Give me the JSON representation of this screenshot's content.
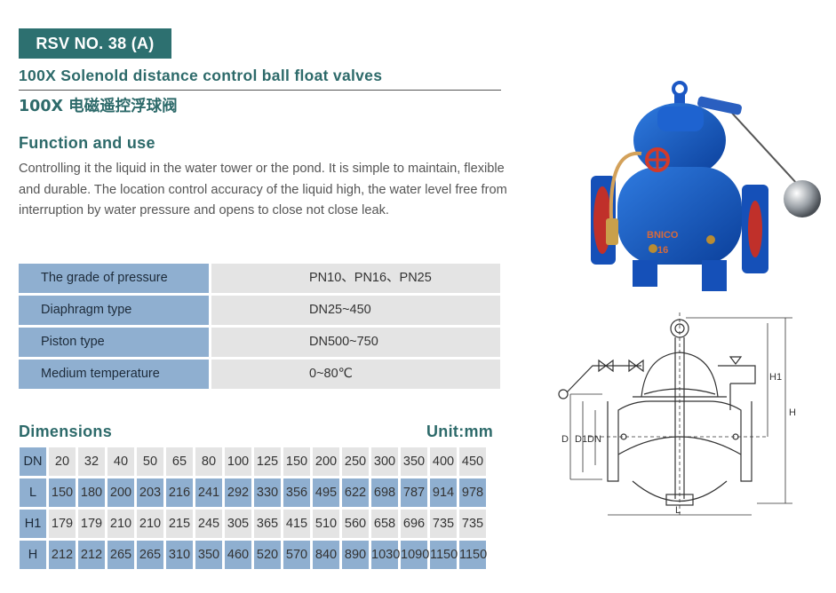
{
  "header": {
    "badge": "RSV NO. 38 (A)",
    "title_en": "100X Solenold distance control ball float valves",
    "title_cn": "100X 电磁遥控浮球阀"
  },
  "function": {
    "heading": "Function and use",
    "text": "Controlling it the liquid in the water tower or the pond. It is simple to maintain, flexible and durable. The location control accuracy of the liquid high, the water level free from interruption by water pressure and opens to close not close leak."
  },
  "specs": [
    {
      "label": "The grade of pressure",
      "value": "PN10、PN16、PN25"
    },
    {
      "label": "Diaphragm type",
      "value": "DN25~450"
    },
    {
      "label": "Piston type",
      "value": "DN500~750"
    },
    {
      "label": "Medium temperature",
      "value": "0~80℃"
    }
  ],
  "dimensions": {
    "heading": "Dimensions",
    "unit": "Unit:mm",
    "rows": [
      {
        "label": "DN",
        "values": [
          "20",
          "32",
          "40",
          "50",
          "65",
          "80",
          "100",
          "125",
          "150",
          "200",
          "250",
          "300",
          "350",
          "400",
          "450"
        ]
      },
      {
        "label": "L",
        "values": [
          "150",
          "180",
          "200",
          "203",
          "216",
          "241",
          "292",
          "330",
          "356",
          "495",
          "622",
          "698",
          "787",
          "914",
          "978"
        ]
      },
      {
        "label": "H1",
        "values": [
          "179",
          "179",
          "210",
          "210",
          "215",
          "245",
          "305",
          "365",
          "415",
          "510",
          "560",
          "658",
          "696",
          "735",
          "735"
        ]
      },
      {
        "label": "H",
        "values": [
          "212",
          "212",
          "265",
          "265",
          "310",
          "350",
          "460",
          "520",
          "570",
          "840",
          "890",
          "1030",
          "1090",
          "1150",
          "1150"
        ]
      }
    ]
  },
  "photo": {
    "nameplate_line1": "BNICO",
    "nameplate_line2": "16"
  },
  "drawing": {
    "label_H": "H",
    "label_H1": "H1",
    "label_D": "D",
    "label_D1": "D1",
    "label_DN": "DN",
    "label_L": "L"
  }
}
